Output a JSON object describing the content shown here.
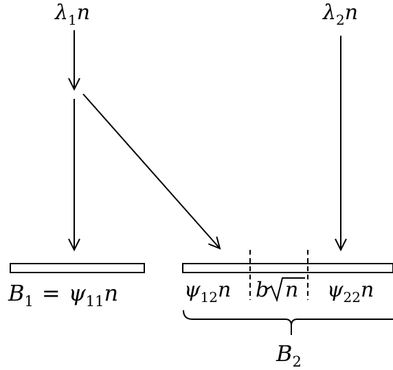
{
  "sources": {
    "lambda1": {
      "symbol": "λ",
      "sub": "1",
      "var": "n"
    },
    "lambda2": {
      "symbol": "λ",
      "sub": "2",
      "var": "n"
    }
  },
  "buffers": {
    "b1_label": {
      "name": "B",
      "sub": "1",
      "eq": "=",
      "psi": "ψ",
      "psi_sub": "11",
      "var": "n"
    },
    "b2_label": {
      "name": "B",
      "sub": "2"
    }
  },
  "segments": {
    "psi12": {
      "psi": "ψ",
      "sub": "12",
      "var": "n"
    },
    "bsqrt": {
      "coef": "b",
      "radicand": "n"
    },
    "psi22": {
      "psi": "ψ",
      "sub": "22",
      "var": "n"
    }
  },
  "colors": {
    "ink": "#000000",
    "background": "#ffffff"
  }
}
